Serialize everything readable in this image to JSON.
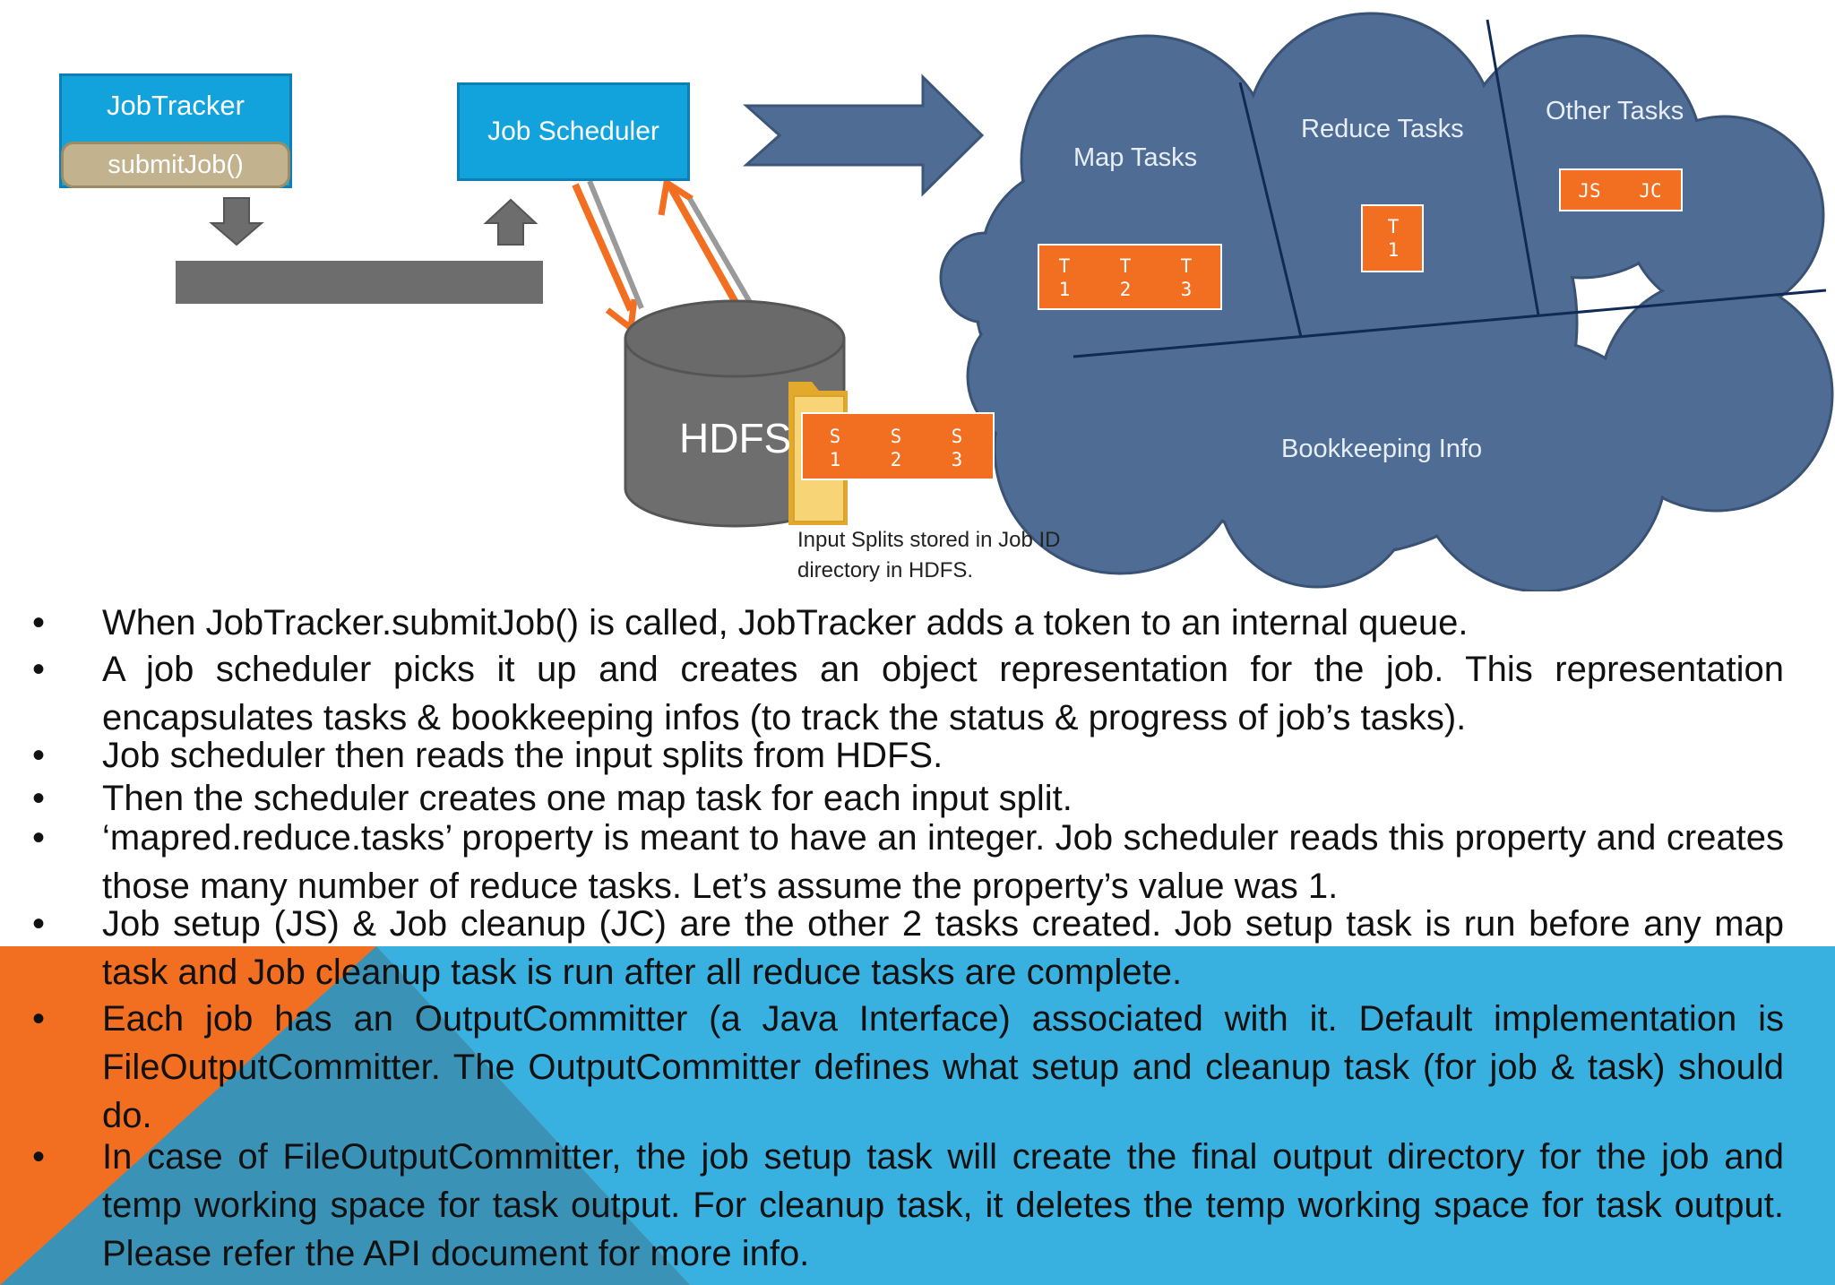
{
  "diagram": {
    "jobtracker": {
      "title": "JobTracker",
      "method": "submitJob()"
    },
    "job_scheduler": {
      "label": "Job Scheduler"
    },
    "hdfs": {
      "label": "HDFS"
    },
    "input_splits": {
      "cells": [
        "S 1",
        "S 2",
        "S 3"
      ],
      "caption_line1": "Input Splits stored in Job ID",
      "caption_line2": "directory in HDFS."
    },
    "cloud": {
      "map_tasks": {
        "label": "Map Tasks",
        "cells": [
          "T 1",
          "T 2",
          "T 3"
        ]
      },
      "reduce_tasks": {
        "label": "Reduce Tasks",
        "cells": [
          "T 1"
        ]
      },
      "other_tasks": {
        "label": "Other Tasks",
        "cells": [
          "JS",
          "JC"
        ]
      },
      "bookkeeping": {
        "label": "Bookkeeping Info"
      }
    },
    "colors": {
      "blue_box": "#12a3dd",
      "cloud": "#4f6d94",
      "orange": "#f26f21",
      "gray": "#6d6d6d",
      "background_blue": "#39b1e0"
    }
  },
  "bullets": [
    "When JobTracker.submitJob() is called, JobTracker adds a token to an internal queue.",
    "A job scheduler picks it up and creates an object representation for the job. This representation encapsulates tasks & bookkeeping infos (to track the status & progress of job’s tasks).",
    "Job scheduler then reads the input splits from HDFS.",
    "Then the scheduler creates one map task for each input split.",
    "‘mapred.reduce.tasks’ property is meant to have an integer. Job scheduler reads this property and creates those many number of reduce tasks. Let’s assume the property’s value was 1.",
    "Job setup (JS) & Job cleanup (JC) are the other 2 tasks created. Job setup task is run before any map task and Job cleanup task is run after all reduce tasks are complete.",
    "Each job has an OutputCommitter (a Java Interface) associated with it. Default implementation is FileOutputCommitter. The OutputCommitter defines what setup and cleanup task (for job & task) should do.",
    "In case of FileOutputCommitter, the job setup task will create the final output directory for the job and temp working space for task output. For cleanup task, it deletes the temp working space for task output. Please refer the API document for more info."
  ],
  "bullet_symbol": "•"
}
